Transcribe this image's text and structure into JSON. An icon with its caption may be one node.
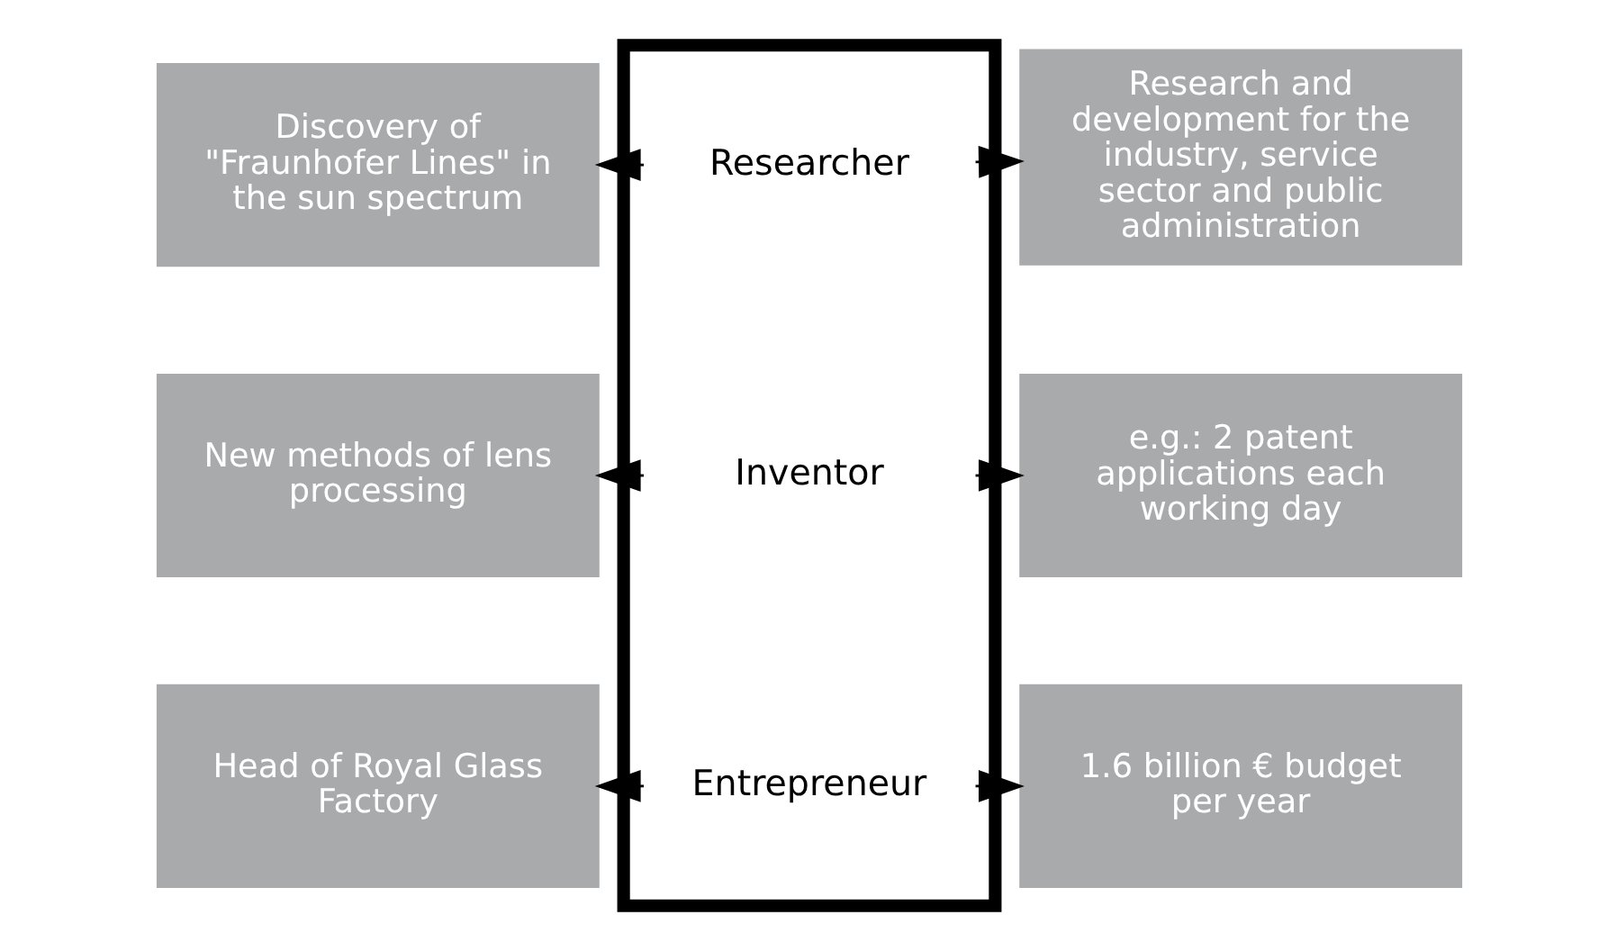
{
  "diagram": {
    "nodes": [
      {
        "text": [],
        "shape": "box"
      },
      {
        "text": [
          "Researcher"
        ],
        "in": 0
      },
      {
        "text": [
          "Inventor"
        ],
        "in": 0
      },
      {
        "text": [
          "Entrepreneur"
        ],
        "in": 0
      },
      {
        "text": [
          "Discovery of \"Fraunhofer Lines\" in the sun spectrum"
        ]
      },
      {
        "text": [
          "Research and development for the industry, service sector and public administration"
        ]
      },
      {
        "text": [
          "New methods of lens processing"
        ]
      },
      {
        "text": [
          "e.g.: 2 patent applications each working day"
        ]
      },
      {
        "text": [
          "Head of Royal Glass Factory"
        ]
      },
      {
        "text": [
          "1.6 billion € budget per year"
        ]
      }
    ],
    "edges": [
      {
        "from": 1,
        "to": 4,
        "arrow": "to"
      },
      {
        "from": 1,
        "to": 5,
        "arrow": "to"
      },
      {
        "from": 2,
        "to": 6,
        "arrow": "to"
      },
      {
        "from": 2,
        "to": 7,
        "arrow": "to"
      },
      {
        "from": 3,
        "to": 8,
        "arrow": "to"
      },
      {
        "from": 3,
        "to": 9,
        "arrow": "to"
      }
    ]
  }
}
